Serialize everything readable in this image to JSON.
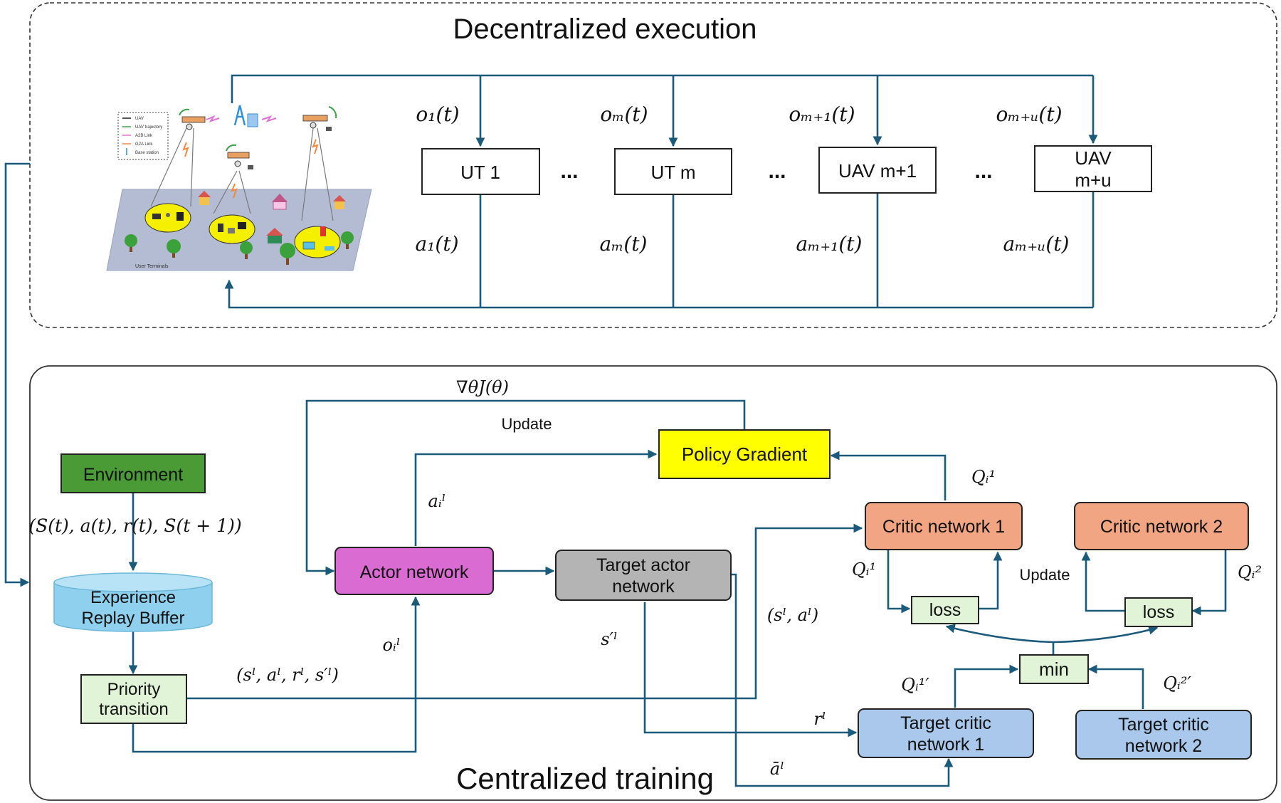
{
  "sections": {
    "execution_title": "Decentralized execution",
    "training_title": "Centralized training"
  },
  "scene": {
    "legend": [
      "UAV",
      "UAV trajectory",
      "A2B Link",
      "G2A Link",
      "Base station"
    ],
    "ground_label": "User Terminals"
  },
  "agents": {
    "ut1": "UT 1",
    "utm": "UT m",
    "uavm1": "UAV m+1",
    "uavmu_line1": "UAV",
    "uavmu_line2": "m+u",
    "ellipsis": "..."
  },
  "obs": {
    "o1": "o₁(t)",
    "om": "oₘ(t)",
    "om1": "oₘ₊₁(t)",
    "omu": "oₘ₊ᵤ(t)"
  },
  "acts": {
    "a1": "a₁(t)",
    "am": "aₘ(t)",
    "am1": "aₘ₊₁(t)",
    "amu": "aₘ₊ᵤ(t)"
  },
  "training": {
    "environment": "Environment",
    "env_tuple": "(S(t), a(t), r(t), S(t + 1))",
    "buffer_line1": "Experience",
    "buffer_line2": "Replay Buffer",
    "priority_line1": "Priority",
    "priority_line2": "transition",
    "sample_tuple": "(sˡ, aˡ, rˡ, s′ˡ)",
    "actor": "Actor network",
    "target_actor_line1": "Target actor",
    "target_actor_line2": "network",
    "policy_gradient": "Policy Gradient",
    "critic1": "Critic network 1",
    "critic2": "Critic network 2",
    "loss1": "loss",
    "loss2": "loss",
    "min": "min",
    "target_critic1_line1": "Target critic",
    "target_critic1_line2": "network 1",
    "target_critic2_line1": "Target critic",
    "target_critic2_line2": "network 2",
    "grad_label": "∇θJ(θ)",
    "update_top": "Update",
    "update_mid": "Update",
    "a_il": "aᵢˡ",
    "o_il": "oᵢˡ",
    "s_prime": "s′ˡ",
    "s_a": "(sˡ, aˡ)",
    "r_l": "rˡ",
    "a_bar": "āˡ",
    "q_i1_top": "Qᵢ¹",
    "q_i1_left": "Qᵢ¹",
    "q_i2_right": "Qᵢ²",
    "q_i1_target": "Qᵢ¹′",
    "q_i2_target": "Qᵢ²′"
  },
  "colors": {
    "wire": "#1b5a7a",
    "environment": "#4a9a35",
    "buffer": "#8fd0ee",
    "priority": "#e2f4d8",
    "actor": "#d96bd2",
    "target_actor": "#b4b4b4",
    "policy_gradient": "#ffff00",
    "critic": "#f2a582",
    "loss_min": "#e2f4d8",
    "target_critic": "#a9c8ec",
    "ground_plane": "#b3bcd2",
    "terminal_cluster": "#f4f000"
  }
}
